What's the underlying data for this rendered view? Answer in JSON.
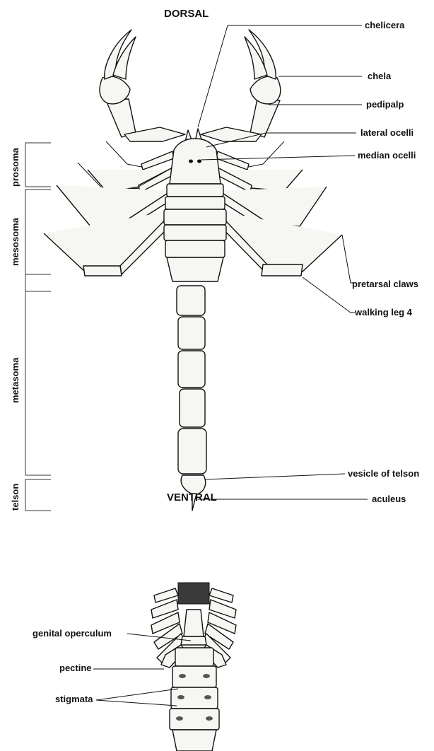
{
  "headings": {
    "dorsal": "DORSAL",
    "ventral": "VENTRAL"
  },
  "labels": {
    "chelicera": "chelicera",
    "chela": "chela",
    "pedipalp": "pedipalp",
    "lateral_ocelli": "lateral ocelli",
    "median_ocelli": "median ocelli",
    "pretarsal_claws": "pretarsal claws",
    "walking_leg_4": "walking leg 4",
    "vesicle_of_telson": "vesicle of telson",
    "aculeus": "aculeus",
    "genital_operculum": "genital operculum",
    "pectine": "pectine",
    "stigmata": "stigmata"
  },
  "regions": {
    "prosoma": "prosoma",
    "mesosoma": "mesosoma",
    "metasoma": "metasoma",
    "telson": "telson"
  },
  "colors": {
    "ink": "#111111",
    "body_fill": "#f6f6f2",
    "background": "#ffffff"
  }
}
